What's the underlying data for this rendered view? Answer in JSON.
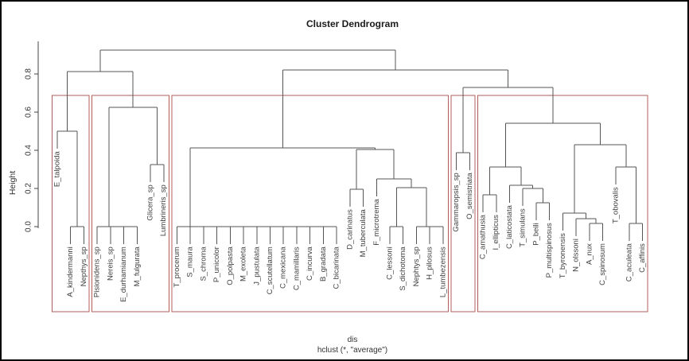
{
  "chart_data": {
    "type": "dendrogram",
    "title": "Cluster Dendrogram",
    "ylabel": "Height",
    "xlabel_line1": "dis",
    "xlabel_line2": "hclust (*, \"average\")",
    "yticks": [
      0.0,
      0.2,
      0.4,
      0.6,
      0.8
    ],
    "ylim": [
      0.0,
      0.95
    ],
    "n_leaves": 45,
    "hang": 0.0925,
    "line_color": "#555555",
    "label_color": "#3d3d3d",
    "axis_color": "#444444",
    "cluster_box_color": "#b05c5c",
    "clusters_k": 5,
    "cluster_ranges": [
      [
        0,
        2
      ],
      [
        3,
        8
      ],
      [
        9,
        29
      ],
      [
        30,
        31
      ],
      [
        32,
        44
      ]
    ],
    "leaf_order": [
      "E_talpoida",
      "A_kindermanni",
      "Nepthys_sp",
      "Pisionidens_sp",
      "Nereis_sp",
      "E_durhamianum",
      "M_fulgurata",
      "Glicera_sp",
      "Lumbrineris_sp",
      "T_procerum",
      "S_maura",
      "S_chroma",
      "P_unicolor",
      "O_polpasta",
      "M_exoleta",
      "J_pustulata",
      "C_scutellatum",
      "C_mexicana",
      "C_mamillaris",
      "C_incurva",
      "B_gradata",
      "C_bicarinata",
      "D_carinatus",
      "M_tuberculata",
      "F_microtrema",
      "C_lessoni",
      "S_dichotoma",
      "Nephtys_sp",
      "H_pilosus",
      "L_tumbezensis",
      "Gammaropsis_sp",
      "O_semistriata",
      "C_amathusia",
      "I_ellipticus",
      "C_laticostata",
      "T_simulans",
      "P_beili",
      "P_multispinosus",
      "T_byronensis",
      "N_olssoni",
      "A_nux",
      "C_spinosum",
      "T_obovalis",
      "C_aculeata",
      "C_affinis"
    ],
    "tree": [
      0.925,
      [
        0.8125,
        [
          0.5,
          "E_talpoida",
          [
            0,
            "A_kindermanni",
            "Nepthys_sp"
          ]
        ],
        [
          0.625,
          [
            0,
            "Pisionidens_sp",
            [
              0,
              "Nereis_sp",
              [
                0,
                "E_durhamianum",
                "M_fulgurata"
              ]
            ]
          ],
          [
            0.325,
            "Glicera_sp",
            "Lumbrineris_sp"
          ]
        ]
      ],
      [
        0.821,
        [
          0.4125,
          [
            0,
            "T_procerum",
            [
              0,
              "S_maura",
              [
                0,
                "S_chroma",
                [
                  0,
                  "P_unicolor",
                  [
                    0,
                    "O_polpasta",
                    [
                      0,
                      "M_exoleta",
                      [
                        0,
                        "J_pustulata",
                        [
                          0,
                          "C_scutellatum",
                          [
                            0,
                            "C_mexicana",
                            [
                              0,
                              "C_mamillaris",
                              [
                                0,
                                "C_incurva",
                                [
                                  0,
                                  "B_gradata",
                                  "C_bicarinata"
                                ]
                              ]
                            ]
                          ]
                        ]
                      ]
                    ]
                  ]
                ]
              ]
            ]
          ],
          [
            0.404,
            [
              0.196,
              "D_carinatus",
              "M_tuberculata"
            ],
            [
              0.25,
              "F_microtrema",
              [
                0.204,
                [
                  0,
                  "C_lessoni",
                  "S_dichotoma"
                ],
                [
                  0,
                  "Nephtys_sp",
                  [
                    0,
                    "H_pilosus",
                    "L_tumbezensis"
                  ]
                ]
              ]
            ]
          ]
        ],
        [
          0.729,
          [
            0.3875,
            "Gammaropsis_sp",
            "O_semistriata"
          ],
          [
            0.542,
            [
              0.3125,
              [
                0.167,
                "C_amathusia",
                "I_ellipticus"
              ],
              [
                0.217,
                "C_laticostata",
                [
                  0.2,
                  "T_simulans",
                  [
                    0.125,
                    "P_beili",
                    "P_multispinosus"
                  ]
                ]
              ]
            ],
            [
              0.429,
              [
                0.071,
                "T_byronensis",
                [
                  0.042,
                  "N_olssoni",
                  [
                    0.017,
                    "A_nux",
                    "C_spinosum"
                  ]
                ]
              ],
              [
                0.3125,
                "T_obovalis",
                [
                  0.017,
                  "C_aculeata",
                  "C_affinis"
                ]
              ]
            ]
          ]
        ]
      ]
    ]
  }
}
